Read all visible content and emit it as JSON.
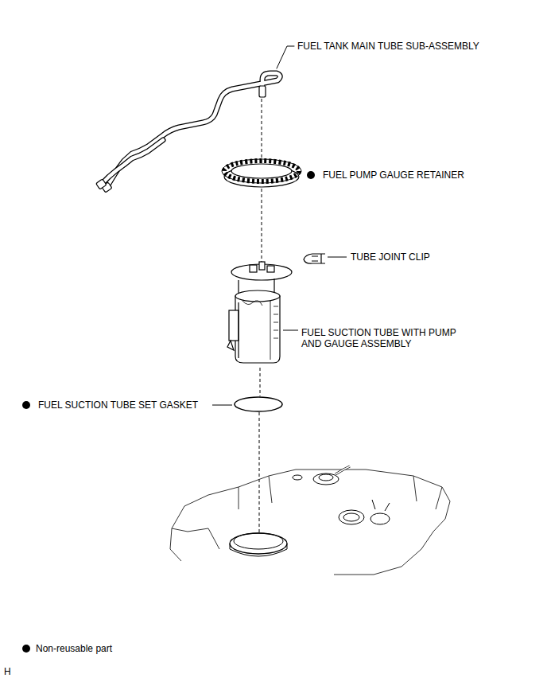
{
  "diagram": {
    "labels": [
      "FUEL TANK MAIN TUBE SUB-ASSEMBLY",
      "FUEL PUMP GAUGE RETAINER",
      "TUBE JOINT CLIP",
      "FUEL SUCTION TUBE WITH PUMP AND GAUGE ASSEMBLY",
      "FUEL SUCTION TUBE SET GASKET",
      "H"
    ],
    "legend": [
      {
        "text": "Non-reusable part"
      }
    ]
  }
}
